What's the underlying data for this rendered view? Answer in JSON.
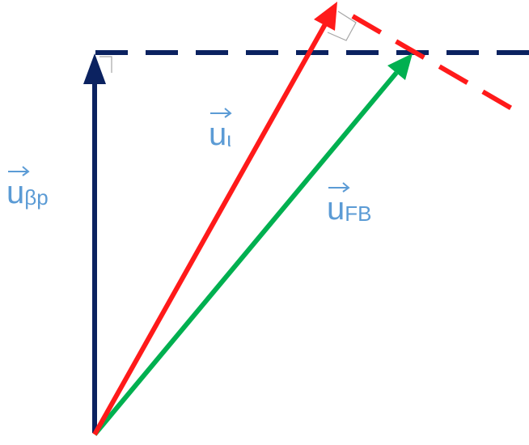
{
  "colors": {
    "navy": "#0B2260",
    "red": "#FF1A1A",
    "green": "#00B050",
    "label": "#5B9BD5",
    "right_angle": "#A6A6A6"
  },
  "labels": {
    "u_beta": {
      "symbol": "u",
      "subscript": "βp"
    },
    "u_l": {
      "symbol": "u",
      "subscript": "ι"
    },
    "u_fb": {
      "symbol": "u",
      "subscript": "FB"
    }
  }
}
